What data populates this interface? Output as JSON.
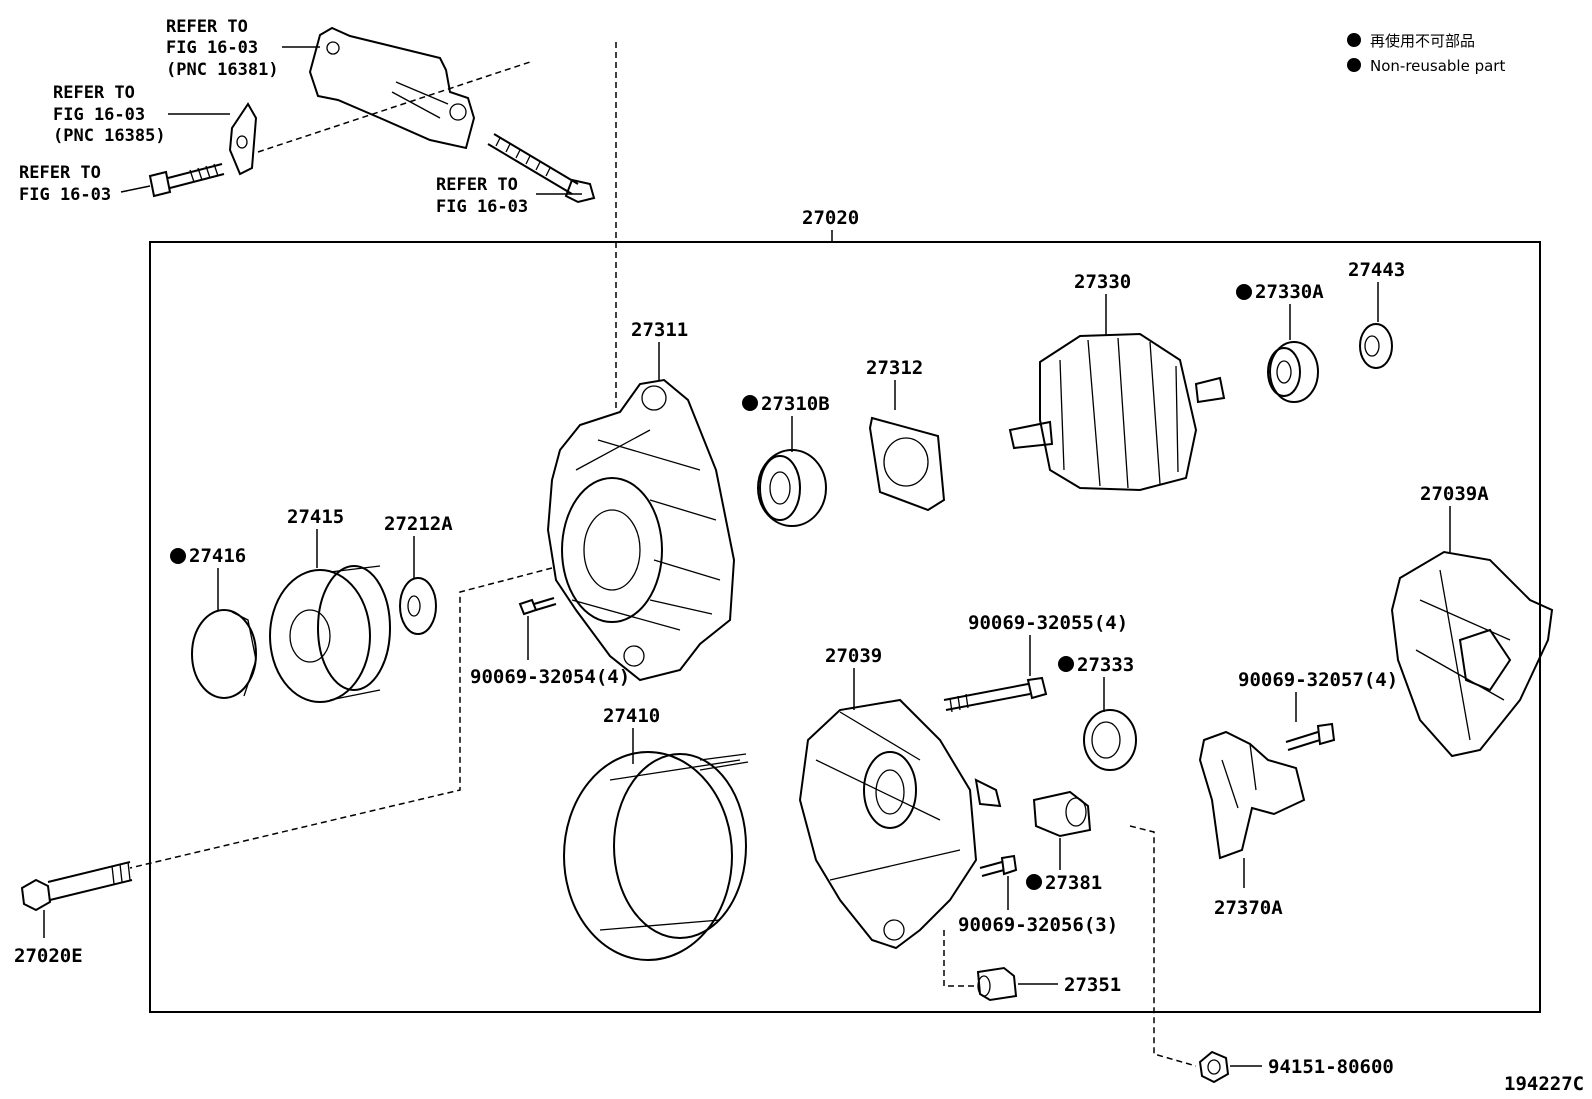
{
  "legend": {
    "japanese": "再使用不可部品",
    "english": "Non-reusable part"
  },
  "figure_code": "194227C",
  "assembly_number": "27020",
  "references": [
    {
      "line1": "REFER TO",
      "line2": "FIG 16-03",
      "line3": "(PNC 16381)"
    },
    {
      "line1": "REFER TO",
      "line2": "FIG 16-03",
      "line3": "(PNC 16385)"
    },
    {
      "line1": "REFER TO",
      "line2": "FIG 16-03"
    },
    {
      "line1": "REFER TO",
      "line2": "FIG 16-03"
    }
  ],
  "parts": {
    "p27311": "27311",
    "p27310B": "27310B",
    "p27312": "27312",
    "p27330": "27330",
    "p27330A": "27330A",
    "p27443": "27443",
    "p27415": "27415",
    "p27212A": "27212A",
    "p27416": "27416",
    "p90069_32054": "90069-32054(4)",
    "p90069_32055": "90069-32055(4)",
    "p27333": "27333",
    "p27039": "27039",
    "p27039A": "27039A",
    "p90069_32057": "90069-32057(4)",
    "p27410": "27410",
    "p27381": "27381",
    "p90069_32056": "90069-32056(3)",
    "p27370A": "27370A",
    "p27351": "27351",
    "p27020E": "27020E",
    "p94151_80600": "94151-80600"
  }
}
